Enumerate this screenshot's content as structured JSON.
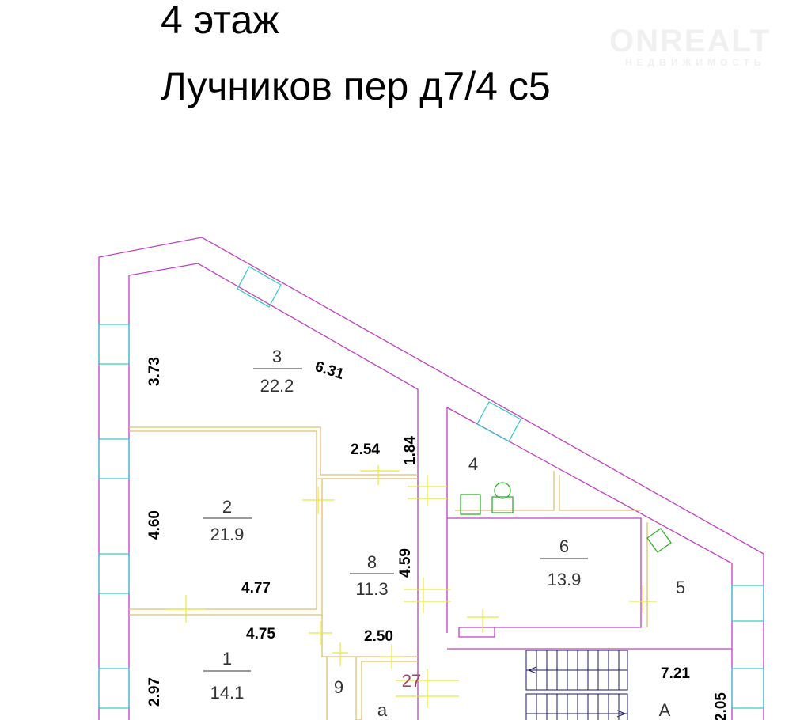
{
  "header": {
    "floor": "4 этаж",
    "address": "Лучников пер д7/4 с5"
  },
  "watermark": {
    "brand": "ONREALT",
    "tagline": "НЕДВИЖИМОСТЬ"
  },
  "rooms": [
    {
      "number": "3",
      "area": "22.2"
    },
    {
      "number": "2",
      "area": "21.9"
    },
    {
      "number": "8",
      "area": "11.3"
    },
    {
      "number": "1",
      "area": "14.1"
    },
    {
      "number": "6",
      "area": "13.9"
    },
    {
      "number": "4"
    },
    {
      "number": "5"
    },
    {
      "number": "9"
    },
    {
      "number": "9а",
      "label": "a"
    },
    {
      "number": "27"
    },
    {
      "number": "A"
    }
  ],
  "dimensions": [
    "3.73",
    "6.31",
    "2.54",
    "1.84",
    "4.60",
    "4.77",
    "4.59",
    "4.75",
    "2.50",
    "2.97",
    "7.21",
    "2.05"
  ],
  "colors": {
    "outer_wall": "#c040c0",
    "partition": "#e0c070",
    "door": "#e8e840",
    "window": "#30c8c8",
    "stairs": "#1a1a60"
  }
}
